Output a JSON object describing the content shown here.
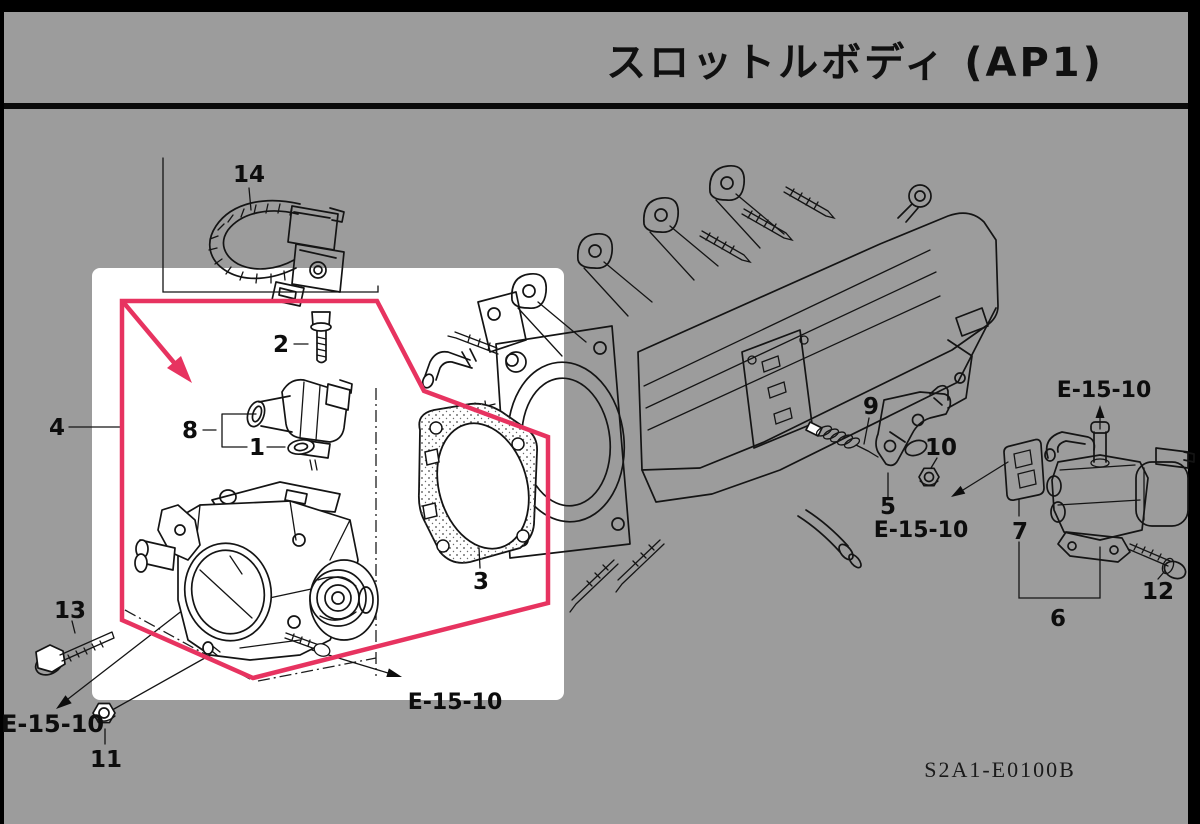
{
  "header": {
    "title": "スロットルボディ (AP1)"
  },
  "footer": {
    "diagram_code": "S2A1-E0100B"
  },
  "colors": {
    "background": "#9c9c9c",
    "panel": "#ffffff",
    "line_art": "#141414",
    "highlight_red": "#e73360",
    "frame_black": "#000000"
  },
  "callouts": [
    {
      "n": "1"
    },
    {
      "n": "2"
    },
    {
      "n": "3"
    },
    {
      "n": "4"
    },
    {
      "n": "5"
    },
    {
      "n": "6"
    },
    {
      "n": "7"
    },
    {
      "n": "8"
    },
    {
      "n": "9"
    },
    {
      "n": "10"
    },
    {
      "n": "11"
    },
    {
      "n": "12"
    },
    {
      "n": "13"
    },
    {
      "n": "14"
    }
  ],
  "refs": {
    "label": "E-15-10"
  }
}
